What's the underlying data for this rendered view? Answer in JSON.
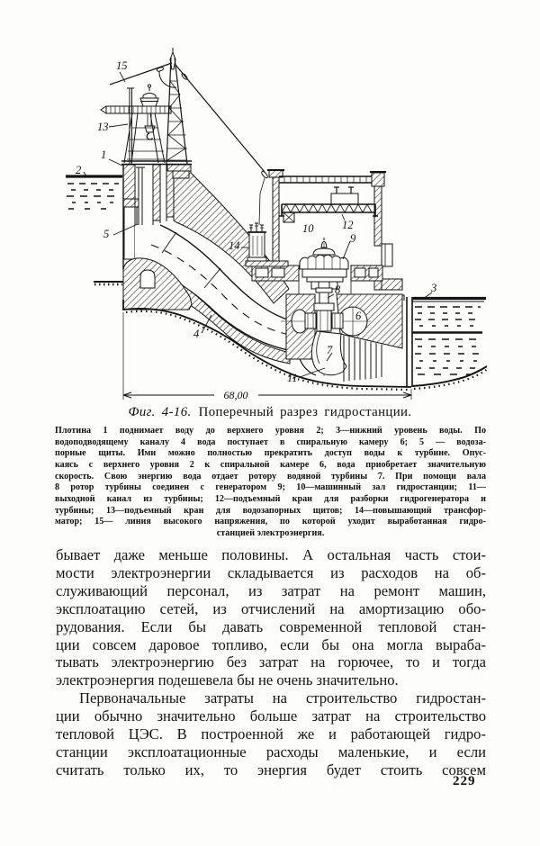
{
  "figure": {
    "caption": {
      "prefix": "Фиг. 4-16.",
      "title": "Поперечный разрез гидростанции."
    },
    "dimension_label": "68,00",
    "part_labels": {
      "n1": "1",
      "n2": "2",
      "n3": "3",
      "n4": "4",
      "n5": "5",
      "n6": "6",
      "n7": "7",
      "n8": "8",
      "n9": "9",
      "n10": "10",
      "n11": "11",
      "n12": "12",
      "n13": "13",
      "n14": "14",
      "n15": "15"
    }
  },
  "legend": {
    "lines": [
      "Плотина 1 поднимает воду до верхнего уровня 2; 3—нижний уровень воды. По",
      "водоподводящему каналу 4 вода поступает в спиральную камеру 6; 5 — водоза-",
      "порные щиты. Ими можно полностью прекратить доступ воды к турбине. Опус-",
      "каясь с верхнего уровня 2 к спиральной камере 6, вода приобретает значительную",
      "скорость. Свою энергию вода отдает ротору водяной турбины 7. При помощи вала",
      "8 ротор турбины соединен с генератором 9; 10—машинный зал гидростанции; 11—",
      "выходной канал из турбины; 12—подъемный кран для разборки гидрогенератора и",
      "турбины; 13—подъемный кран для водозапорных щитов; 14—повышающий трансфор-",
      "матор; 15— линия высокого напряжения, по которой уходит выработанная гидро-",
      "станцией электроэнергия."
    ]
  },
  "body": {
    "lines": [
      "бывает даже меньше половины. А остальная часть стои-",
      "мости электроэнергии складывается из расходов на об-",
      "служивающий персонал, из затрат на ремонт машин,",
      "эксплоатацию сетей, из отчислений на амортизацию обо-",
      "рудования. Если бы давать современной тепловой стан-",
      "ции совсем даровое топливо, если бы она могла выраба-",
      "тывать электроэнергию без затрат на горючее, то и тогда",
      "электроэнергия подешевела бы не очень значительно.",
      "Первоначальные затраты на строительство гидростан-",
      "ции обычно значительно больше затрат на строительство",
      "тепловой ЦЭС. В построенной же и работающей гидро-",
      "станции эксплоатационные расходы маленькие, и если",
      "считать только их, то энергия будет стоить совсем"
    ]
  },
  "page": {
    "number": "229"
  }
}
